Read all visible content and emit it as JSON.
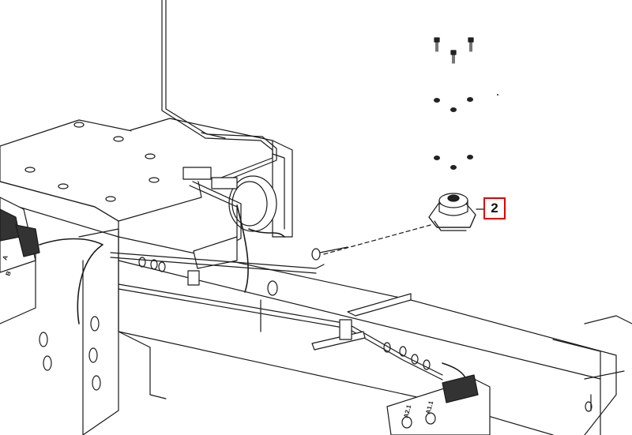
{
  "callout": {
    "number": "2",
    "border_color": "#e00000"
  },
  "connector_labels": {
    "left_a": "A",
    "left_b": "B",
    "right_a2": "A2.1",
    "right_a1": "A1.1"
  },
  "hardware": {
    "screws_count": 3,
    "washers_count": 3,
    "nuts_count": 3
  },
  "colors": {
    "line": "#1a1a1a",
    "fill": "#ffffff",
    "part_fill": "#222222"
  }
}
